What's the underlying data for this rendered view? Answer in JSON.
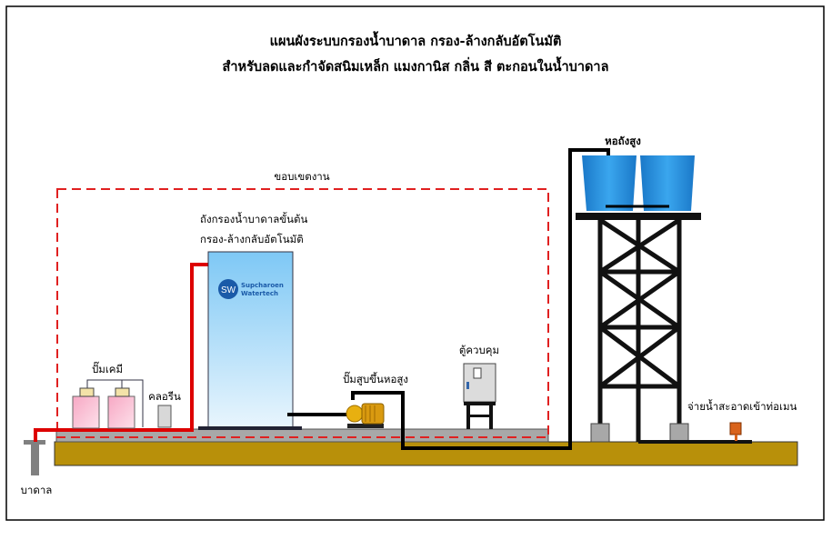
{
  "title": {
    "line1": "แผนผังระบบกรองน้ำบาดาล กรอง-ล้างกลับอัตโนมัติ",
    "line2": "สำหรับลดและกำจัดสนิมเหล็ก แมงกานิส กลิ่น สี ตะกอนในน้ำบาดาล"
  },
  "labels": {
    "scope": "ขอบเขตงาน",
    "filter_tank_1": "ถังกรองน้ำบาดาลขั้นต้น",
    "filter_tank_2": "กรอง-ล้างกลับอัตโนมัติ",
    "chem_pump": "ปั๊มเคมี",
    "chlorine": "คลอรีน",
    "well": "บาดาล",
    "booster_pump": "ปั๊มสูบขึ้นหอสูง",
    "control_cabinet": "ตู้ควบคุม",
    "water_tower": "หอถังสูง",
    "outlet": "จ่ายน้ำสะอาดเข้าท่อเมน"
  },
  "logo": {
    "initials": "SW",
    "name1": "Supcharoen",
    "name2": "Watertech"
  },
  "colors": {
    "raw_pipe": "#dd0000",
    "clean_pipe": "#000000",
    "ground": "#b8900a",
    "scope": "#e02020",
    "tank": "#1f8fe0"
  }
}
